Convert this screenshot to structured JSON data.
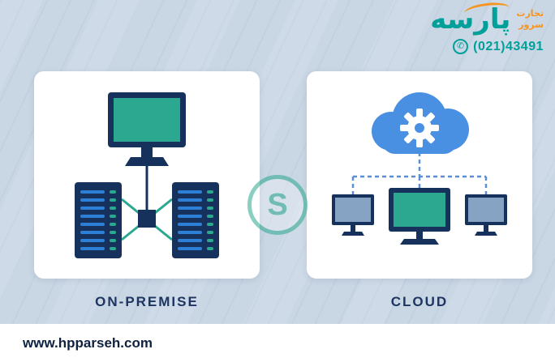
{
  "brand": {
    "name_fa": "پارسه",
    "tagline_line1": "تجارت",
    "tagline_line2": "سرور",
    "phone": "(021)43491"
  },
  "icons": {
    "phone": "✆"
  },
  "cards": {
    "left_label": "ON-PREMISE",
    "right_label": "CLOUD"
  },
  "watermark": {
    "letter": "S"
  },
  "footer": {
    "website": "www.hpparseh.com"
  },
  "colors": {
    "background": "#c9d6e4",
    "card": "#ffffff",
    "teal": "#2ba88f",
    "navy": "#16325c",
    "blue": "#4a90e2",
    "server_blue": "#2e7fd6",
    "slate": "#87a3c4",
    "brand_teal": "#00a09a",
    "brand_orange": "#f7941d",
    "label_navy": "#1e3461",
    "dash_blue": "#5b8fd4",
    "footer_text": "#0e2240"
  }
}
